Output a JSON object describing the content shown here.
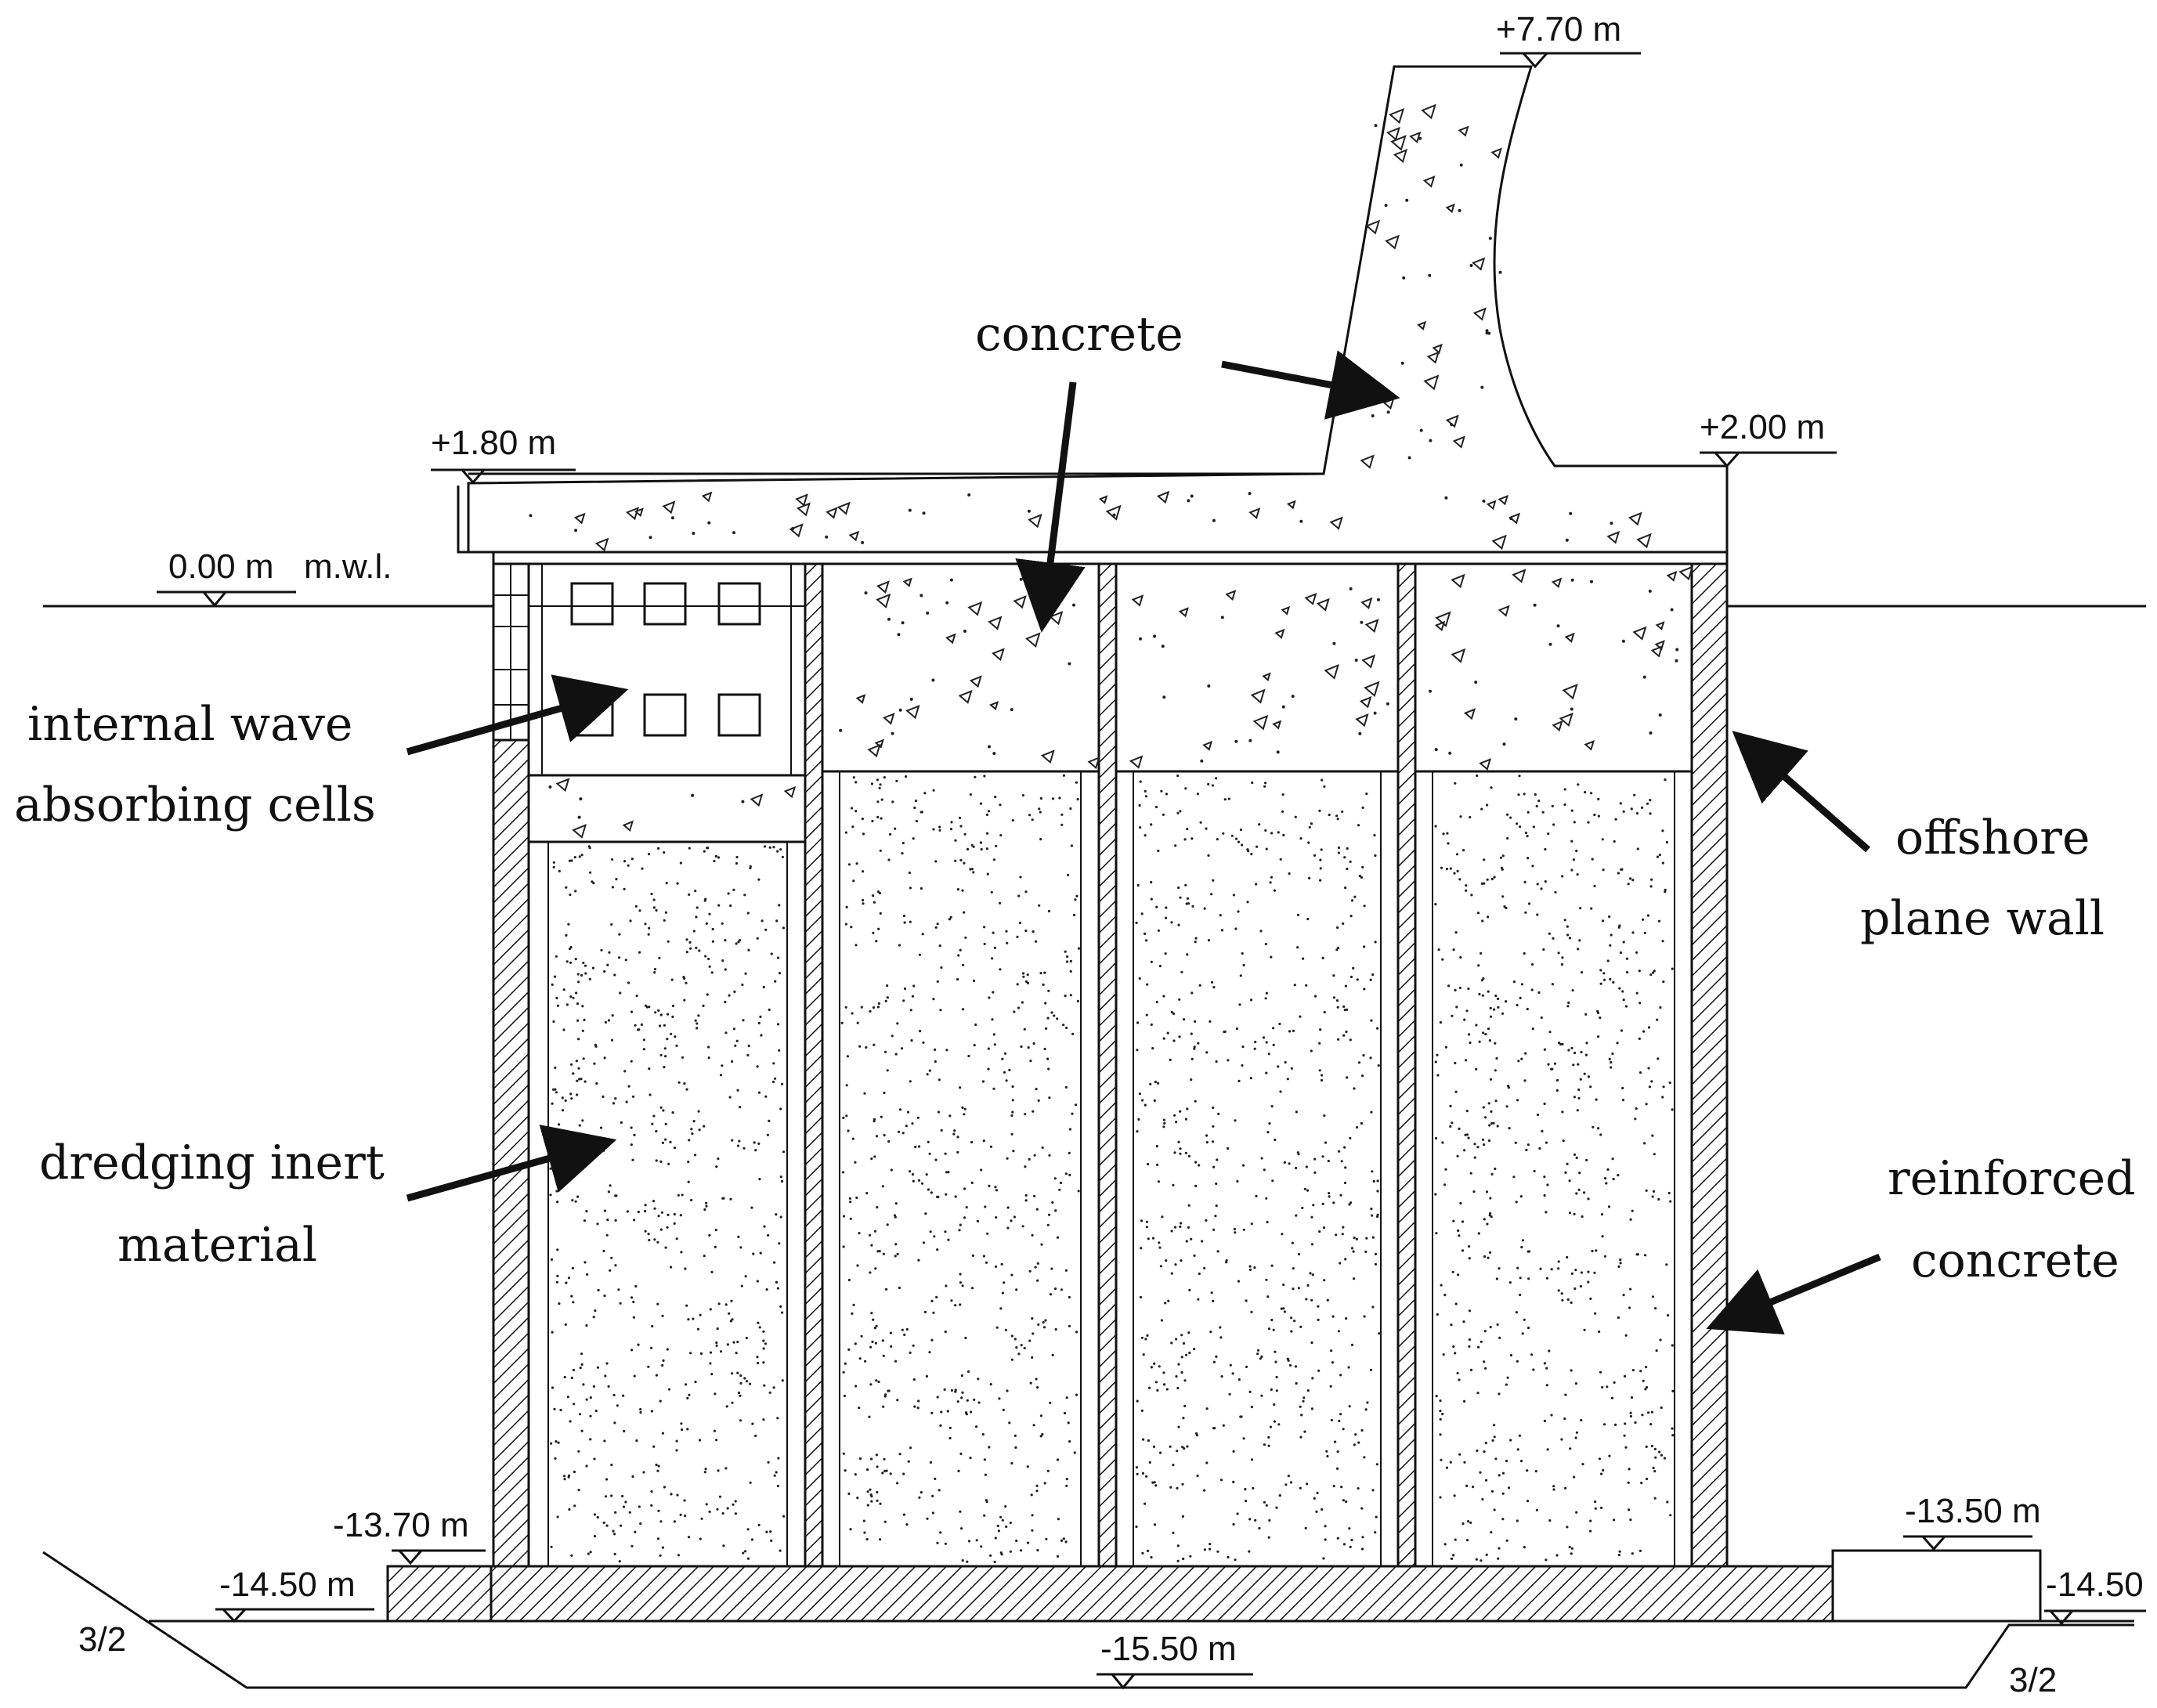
{
  "levels": {
    "top_crown": "+7.70 m",
    "seaward_cap": "+1.80 m",
    "landward_cap": "+2.00 m",
    "mwl": "0.00 m",
    "mwl_suffix": "m.w.l.",
    "toe_left_top": "-13.70 m",
    "toe_left_bottom": "-14.50 m",
    "toe_right_top": "-13.50 m",
    "toe_right_bottom": "-14.50",
    "base": "-15.50 m"
  },
  "slopes": {
    "left": "3/2",
    "right": "3/2"
  },
  "labels": {
    "concrete": "concrete",
    "internal_wave_line1": "internal wave",
    "internal_wave_line2": "absorbing cells",
    "offshore_line1": "offshore",
    "offshore_line2": "plane wall",
    "dredging_line1": "dredging inert",
    "dredging_line2": "material",
    "reinforced_line1": "reinforced",
    "reinforced_line2": "concrete"
  },
  "colors": {
    "line": "#111111",
    "background": "#ffffff"
  }
}
